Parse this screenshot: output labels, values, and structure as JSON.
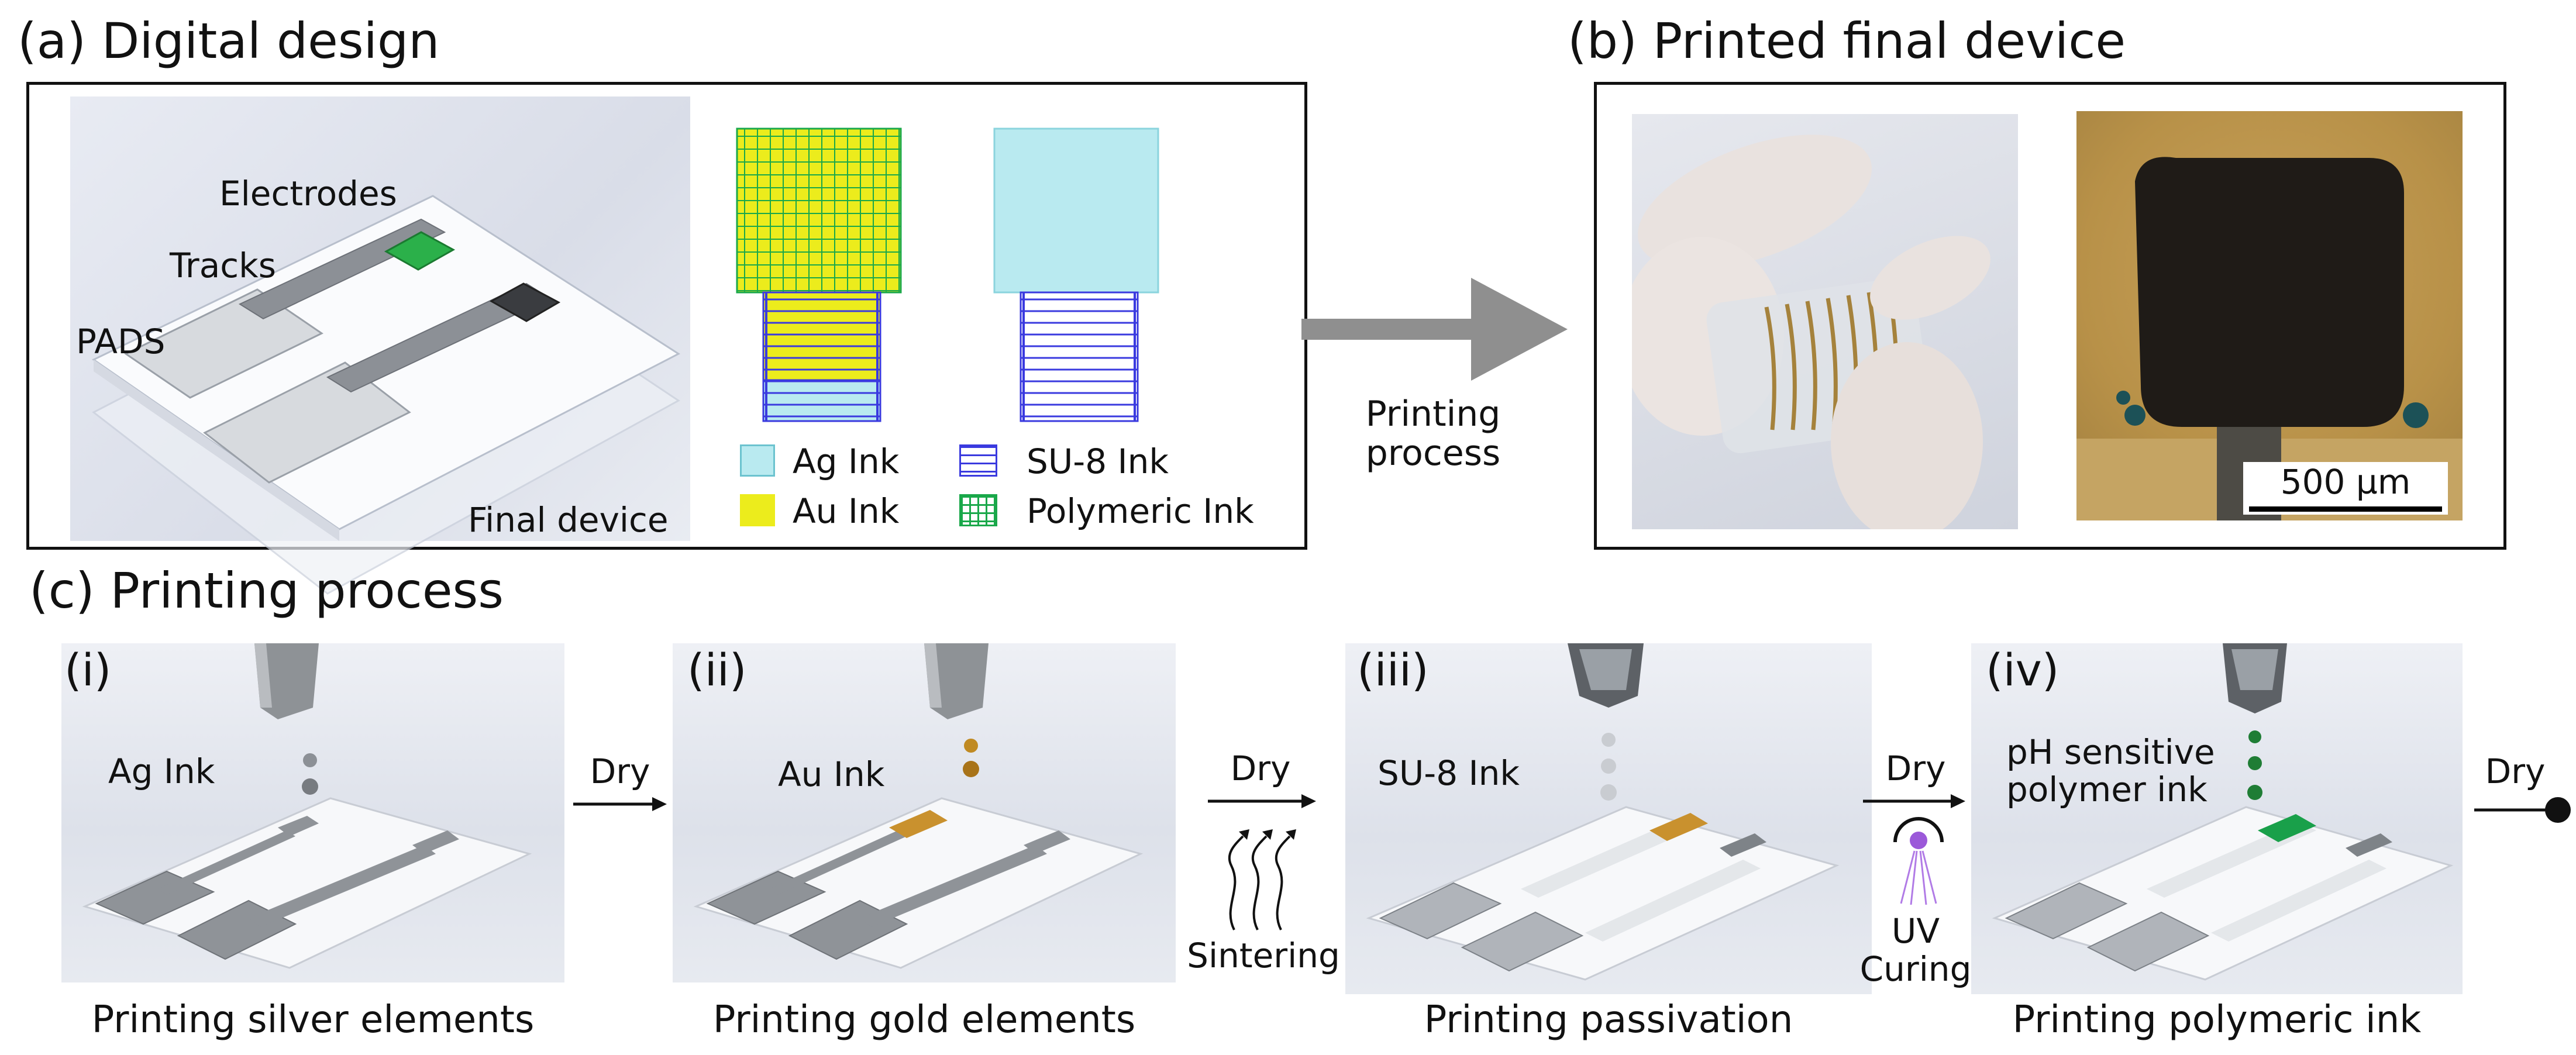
{
  "figure": {
    "panel_a": {
      "title": "(a) Digital design",
      "labels": {
        "electrodes": "Electrodes",
        "tracks": "Tracks",
        "pads": "PADS",
        "final_device": "Final device"
      },
      "legend": [
        {
          "label": "Ag Ink",
          "color": "#b9eaf0",
          "pattern": "solid"
        },
        {
          "label": "Au Ink",
          "color": "#ecec1c",
          "pattern": "solid"
        },
        {
          "label": "SU-8 Ink",
          "color": "#3a3adf",
          "pattern": "horizontal-lines"
        },
        {
          "label": "Polymeric Ink",
          "color": "#1aa84a",
          "pattern": "grid"
        }
      ]
    },
    "arrow_label": "Printing process",
    "panel_b": {
      "title": "(b) Printed final device",
      "scale_bar": "500 µm"
    },
    "panel_c": {
      "title": "(c) Printing process",
      "steps": [
        {
          "index": "(i)",
          "ink": "Ag Ink",
          "caption": "Printing silver elements"
        },
        {
          "index": "(ii)",
          "ink": "Au Ink",
          "caption": "Printing gold elements"
        },
        {
          "index": "(iii)",
          "ink": "SU-8 Ink",
          "caption": "Printing passivation"
        },
        {
          "index": "(iv)",
          "ink": "pH sensitive polymer ink",
          "caption": "Printing polymeric ink"
        }
      ],
      "transitions": [
        {
          "top": "Dry",
          "bottom": ""
        },
        {
          "top": "Dry",
          "bottom": "Sintering"
        },
        {
          "top": "Dry",
          "bottom": "UV Curing"
        },
        {
          "top": "Dry",
          "bottom": ""
        }
      ]
    }
  }
}
